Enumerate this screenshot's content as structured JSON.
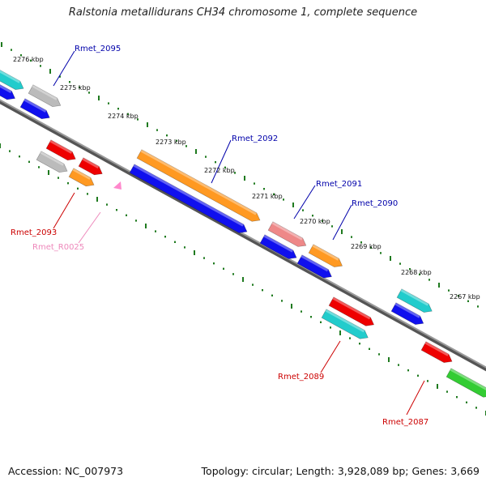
{
  "title": "Ralstonia metallidurans CH34 chromosome 1, complete sequence",
  "accession": {
    "label": "Accession:",
    "value": "NC_007973"
  },
  "summary": {
    "topology_label": "Topology:",
    "topology": "circular",
    "length_label": "Length:",
    "length": "3,928,089 bp",
    "genes_label": "Genes:",
    "genes": "3,669"
  },
  "colors": {
    "backbone": "#7a7a7a",
    "tick": "#1f7a1f",
    "forward_cds": "#1010ee",
    "reverse_cds_red": "#ee0000",
    "orange": "#ff9922",
    "cyan": "#22cccc",
    "gray": "#bbbbbb",
    "pink": "#ee8888",
    "green": "#33cc33",
    "label_blue": "#0000aa",
    "label_red": "#cc0000",
    "label_pink": "#ee88bb"
  },
  "scale": {
    "tick_labels": [
      "2276 kbp",
      "2275 kbp",
      "2274 kbp",
      "2273 kbp",
      "2272 kbp",
      "2271 kbp",
      "2270 kbp",
      "2269 kbp",
      "2268 kbp",
      "2267 kbp"
    ]
  },
  "gene_labels": [
    {
      "name": "Rmet_2095",
      "color": "label_blue"
    },
    {
      "name": "Rmet_2092",
      "color": "label_blue"
    },
    {
      "name": "Rmet_2091",
      "color": "label_blue"
    },
    {
      "name": "Rmet_2090",
      "color": "label_blue"
    },
    {
      "name": "Rmet_2093",
      "color": "label_red"
    },
    {
      "name": "Rmet_R0025",
      "color": "label_pink"
    },
    {
      "name": "Rmet_2089",
      "color": "label_red"
    },
    {
      "name": "Rmet_2087",
      "color": "label_red"
    }
  ]
}
